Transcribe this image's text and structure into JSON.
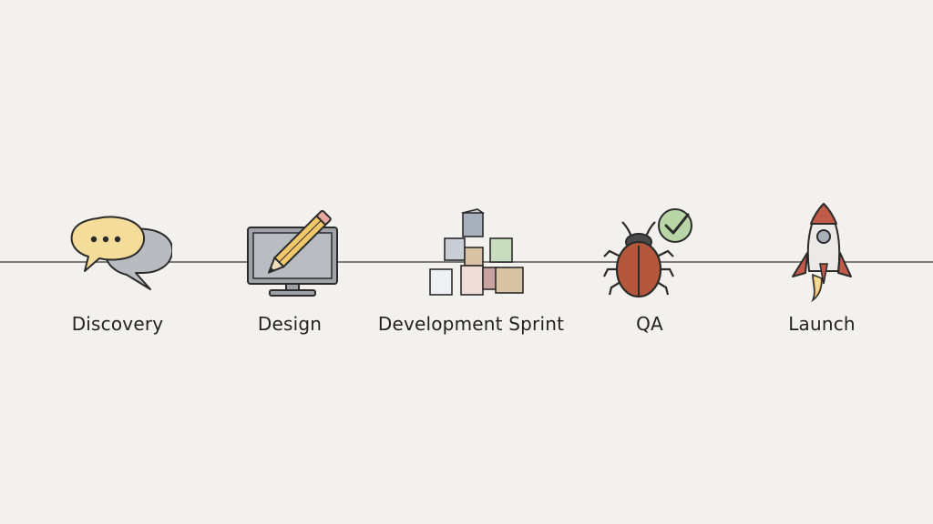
{
  "timeline": {
    "stages": [
      {
        "label": "Discovery",
        "icon": "speech-bubbles-icon"
      },
      {
        "label": "Design",
        "icon": "monitor-pencil-icon"
      },
      {
        "label": "Development Sprint",
        "icon": "building-blocks-icon"
      },
      {
        "label": "QA",
        "icon": "bug-checkmark-icon"
      },
      {
        "label": "Launch",
        "icon": "rocket-icon"
      }
    ]
  },
  "colors": {
    "background": "#f3f1ed",
    "line": "#7a7a78",
    "bubble_yellow": "#f4dc9a",
    "bubble_gray": "#b8bcc0",
    "pencil": "#f2c86a",
    "bug_body": "#b4573b",
    "check_green": "#b9d7a6",
    "rocket_red": "#c25a4a"
  }
}
